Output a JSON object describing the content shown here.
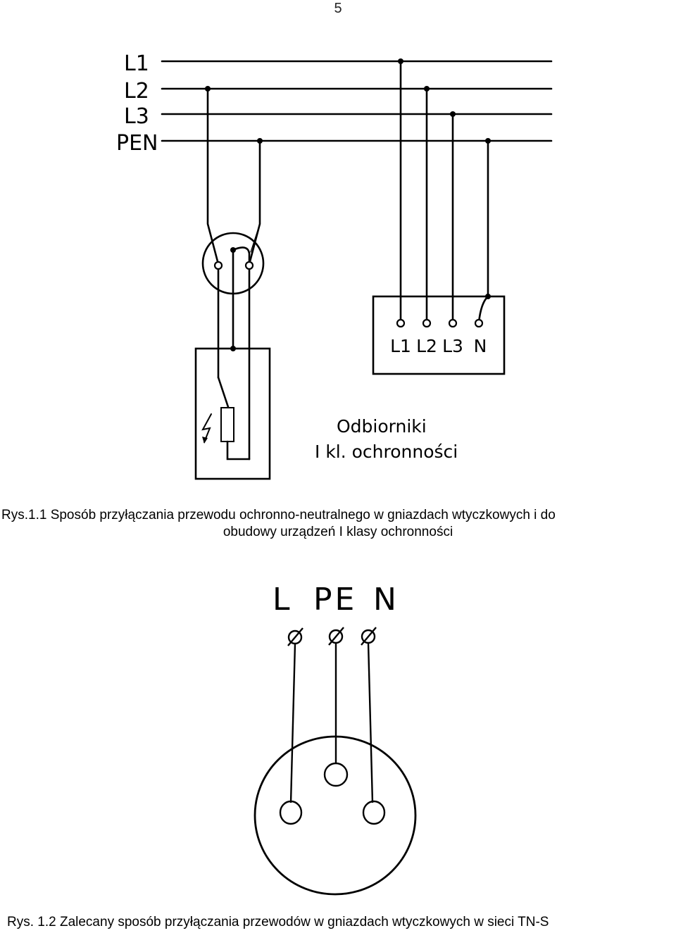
{
  "page_number": "5",
  "figure1": {
    "bus_labels": [
      "L1",
      "L2",
      "L3",
      "PEN"
    ],
    "receiver_terminals": [
      "L1",
      "L2",
      "L3",
      "N"
    ],
    "note_line1": "Odbiorniki",
    "note_line2": "I kl. ochronności",
    "caption_line1": "Rys.1.1 Sposób przyłączania przewodu ochronno-neutralnego w gniazdach wtyczkowych i do",
    "caption_line2": "obudowy urządzeń I klasy  ochronności"
  },
  "figure2": {
    "terminal_labels": [
      "L",
      "PE",
      "N"
    ],
    "caption": "Rys. 1.2 Zalecany sposób przyłączania przewodów w gniazdach wtyczkowych w sieci TN-S"
  }
}
